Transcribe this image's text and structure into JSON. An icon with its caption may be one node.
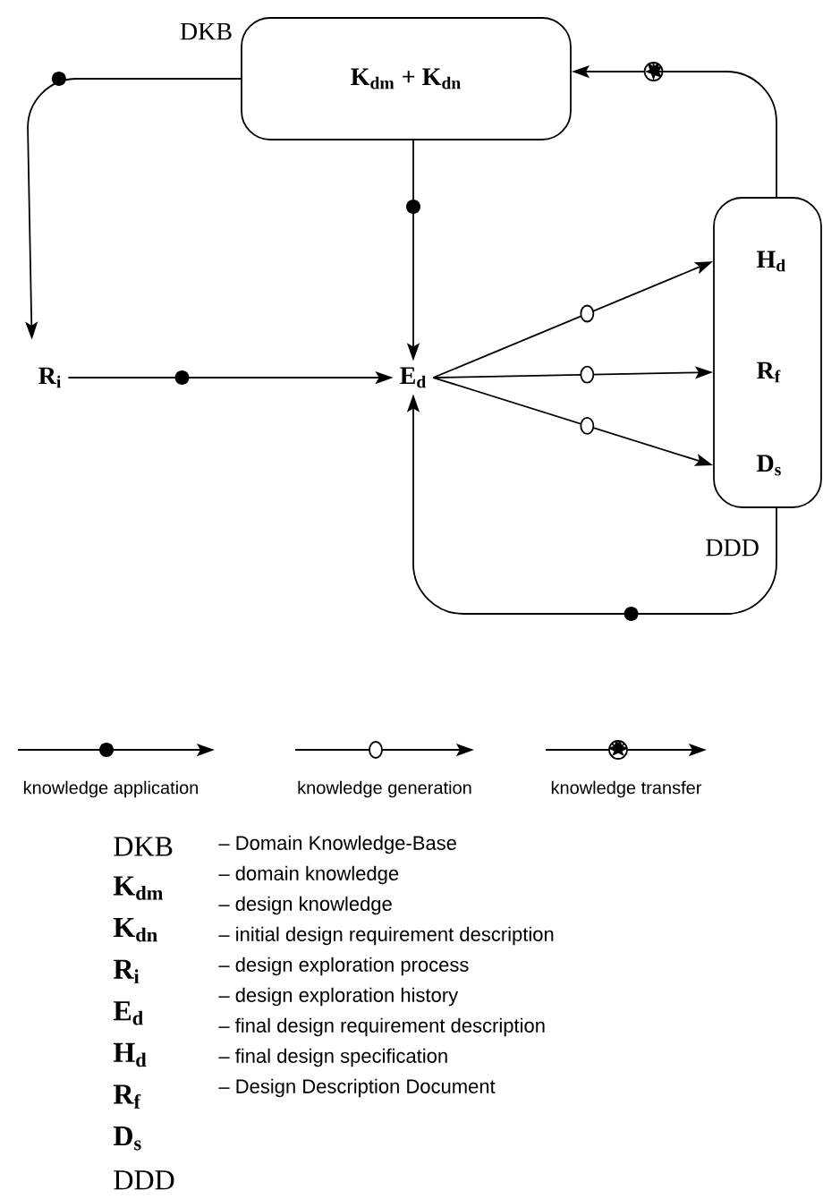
{
  "diagram": {
    "nodes": [
      {
        "text": [
          "DKB",
          "K$_{dm}$ + K$_{dn}$"
        ]
      },
      {
        "text": [
          "R$_{i}$"
        ]
      },
      {
        "text": [
          "E$_{d}$"
        ]
      },
      {
        "text": [
          "DDD"
        ]
      },
      {
        "text": [
          "H$_{d}$"
        ],
        "in": 3
      },
      {
        "text": [
          "R$_{f}$"
        ],
        "in": 3
      },
      {
        "text": [
          "D$_{s}$"
        ],
        "in": 3
      }
    ],
    "edges": [
      {
        "from": 0,
        "to": 1,
        "arrow": "to"
      },
      {
        "from": 0,
        "to": 2,
        "arrow": "to"
      },
      {
        "from": 1,
        "to": 2,
        "arrow": "to"
      },
      {
        "from": 2,
        "to": 4,
        "arrow": "to"
      },
      {
        "from": 2,
        "to": 5,
        "arrow": "to"
      },
      {
        "from": 2,
        "to": 6,
        "arrow": "to"
      },
      {
        "from": 3,
        "to": 2,
        "arrow": "to"
      },
      {
        "from": 3,
        "to": 0,
        "arrow": "to"
      }
    ],
    "labels": [
      "DKB",
      "– Domain Knowledge-Base",
      "K$_{dm}$",
      "– domain knowledge",
      "K$_{dn}$",
      "– design knowledge",
      "R$_{i}$",
      "– initial design requirement description",
      "E$_{d}$",
      "– design exploration process",
      "H$_{d}$",
      "– design exploration history",
      "R$_{f}$",
      "– final design requirement description",
      "D$_{s}$",
      "– final design specification",
      "DDD",
      "– Design Description Document"
    ],
    "legend": [
      {
        "text": "knowledge application"
      },
      {
        "text": "knowledge generation"
      },
      {
        "text": "knowledge transfer"
      }
    ]
  }
}
